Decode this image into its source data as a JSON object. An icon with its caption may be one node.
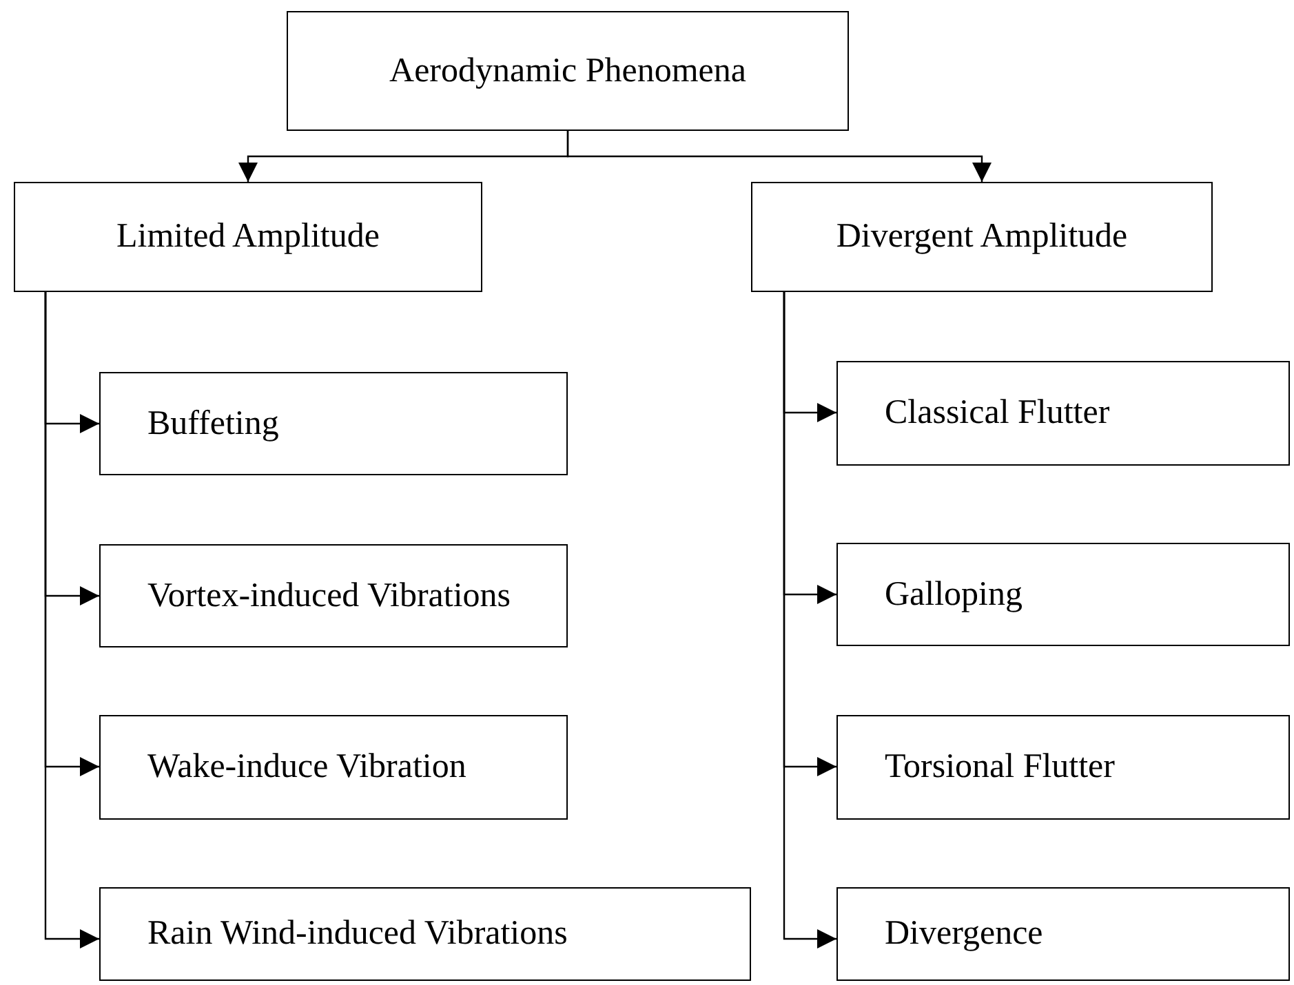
{
  "diagram": {
    "nodes": [
      {
        "text": [
          "Aerodynamic Phenomena"
        ]
      },
      {
        "text": [
          "Limited Amplitude"
        ]
      },
      {
        "text": [
          "Divergent Amplitude"
        ]
      },
      {
        "text": [
          "Buffeting"
        ]
      },
      {
        "text": [
          "Vortex-induced Vibrations"
        ]
      },
      {
        "text": [
          "Wake-induce Vibration"
        ]
      },
      {
        "text": [
          "Rain Wind-induced Vibrations"
        ]
      },
      {
        "text": [
          "Classical Flutter"
        ]
      },
      {
        "text": [
          "Galloping"
        ]
      },
      {
        "text": [
          "Torsional Flutter"
        ]
      },
      {
        "text": [
          "Divergence"
        ]
      }
    ],
    "edges": [
      {
        "from": 0,
        "to": 1,
        "arrow": "to"
      },
      {
        "from": 0,
        "to": 2,
        "arrow": "to"
      },
      {
        "from": 1,
        "to": 3,
        "arrow": "to"
      },
      {
        "from": 1,
        "to": 4,
        "arrow": "to"
      },
      {
        "from": 1,
        "to": 5,
        "arrow": "to"
      },
      {
        "from": 1,
        "to": 6,
        "arrow": "to"
      },
      {
        "from": 2,
        "to": 7,
        "arrow": "to"
      },
      {
        "from": 2,
        "to": 8,
        "arrow": "to"
      },
      {
        "from": 2,
        "to": 9,
        "arrow": "to"
      },
      {
        "from": 2,
        "to": 10,
        "arrow": "to"
      }
    ]
  }
}
